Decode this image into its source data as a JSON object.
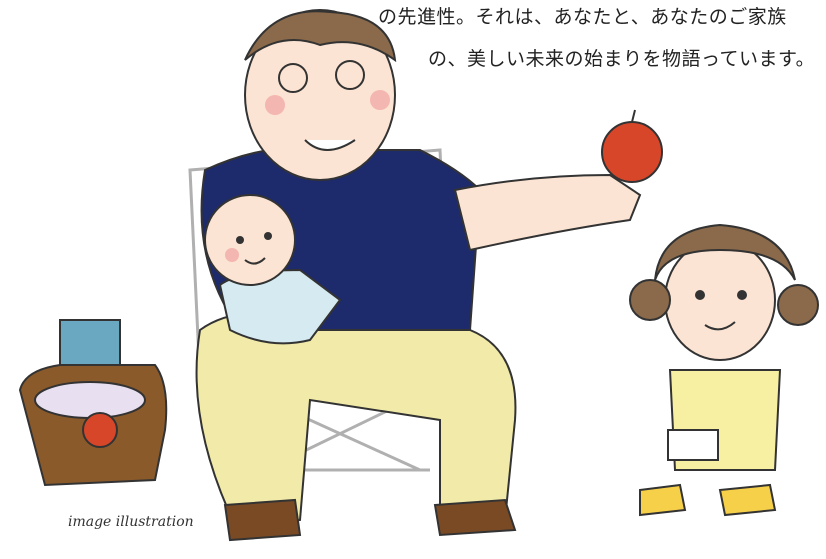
{
  "text": {
    "line1": "の先進性。それは、あなたと、あなたのご家族",
    "line2": "の、美しい未来の始まりを物語っています。"
  },
  "caption": "image illustration",
  "colors": {
    "shirt_navy": "#1d2a6b",
    "pants_yellow": "#f1eaa8",
    "skin": "#fbe4d3",
    "hair_brown": "#8a6a4a",
    "apple_red": "#d8462a",
    "baby_blue": "#d6eaf1",
    "basket_brown": "#8a5a2b",
    "girl_dress": "#f7f0a3",
    "shoe_brown": "#7a4a25",
    "chair_gray": "#b0b0b0"
  },
  "icons": [
    "father-figure",
    "baby-figure",
    "girl-figure",
    "apple-icon",
    "picnic-basket-icon",
    "folding-chair-icon"
  ]
}
